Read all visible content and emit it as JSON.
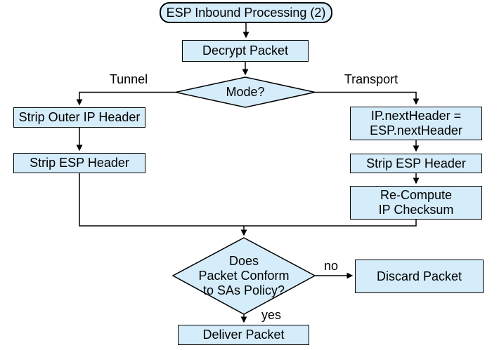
{
  "diagram": {
    "title": "ESP Inbound Processing (2)",
    "colors": {
      "node_fill": "#d5ecfa",
      "node_border": "#000000",
      "connector": "#000000",
      "text": "#000000",
      "background": "#ffffff"
    },
    "nodes": {
      "start": {
        "type": "terminator",
        "label": "ESP Inbound Processing (2)"
      },
      "decrypt": {
        "type": "process",
        "label": "Decrypt Packet"
      },
      "mode": {
        "type": "decision",
        "label": "Mode?"
      },
      "strip_outer_ip": {
        "type": "process",
        "label": "Strip Outer IP Header"
      },
      "strip_esp_left": {
        "type": "process",
        "label": "Strip ESP Header"
      },
      "ip_next_header": {
        "type": "process",
        "label": "IP.nextHeader =\nESP.nextHeader"
      },
      "strip_esp_right": {
        "type": "process",
        "label": "Strip ESP Header"
      },
      "recompute": {
        "type": "process",
        "label": "Re-Compute\nIP Checksum"
      },
      "policy": {
        "type": "decision",
        "label": "Does\nPacket Conform\nto SAs Policy?"
      },
      "discard": {
        "type": "process",
        "label": "Discard Packet"
      },
      "deliver": {
        "type": "process",
        "label": "Deliver Packet"
      }
    },
    "edge_labels": {
      "tunnel": "Tunnel",
      "transport": "Transport",
      "no": "no",
      "yes": "yes"
    }
  }
}
